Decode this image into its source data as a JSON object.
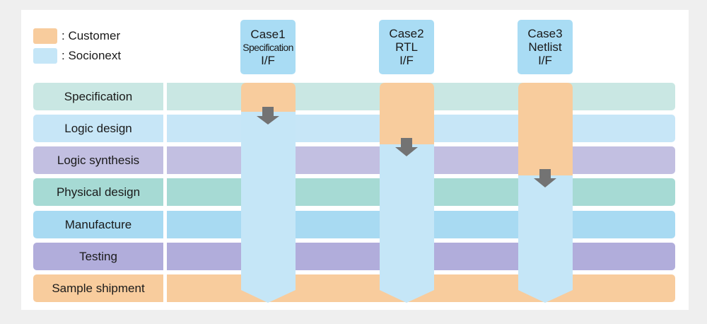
{
  "legend": [
    {
      "label": ": Customer",
      "color": "#f8cc9d"
    },
    {
      "label": ": Socionext",
      "color": "#c5e6f7"
    }
  ],
  "cases": [
    {
      "name": "Case1",
      "interface": "Specification",
      "suffix": "I/F",
      "handoff_stage": 1
    },
    {
      "name": "Case2",
      "interface": "RTL",
      "suffix": "I/F",
      "handoff_stage": 2
    },
    {
      "name": "Case3",
      "interface": "Netlist",
      "suffix": "I/F",
      "handoff_stage": 3
    }
  ],
  "stages": [
    {
      "label": "Specification",
      "color": "#c9e7e3"
    },
    {
      "label": "Logic design",
      "color": "#c7e6f7"
    },
    {
      "label": "Logic synthesis",
      "color": "#c2bfe1"
    },
    {
      "label": "Physical design",
      "color": "#a6dad4"
    },
    {
      "label": "Manufacture",
      "color": "#a8daf2"
    },
    {
      "label": "Testing",
      "color": "#b1addb"
    },
    {
      "label": "Sample shipment",
      "color": "#f8cc9d"
    }
  ],
  "colors": {
    "customer": "#f8cc9d",
    "socionext": "#c5e6f7",
    "case_header": "#a9dcf4",
    "arrow": "#737373"
  }
}
